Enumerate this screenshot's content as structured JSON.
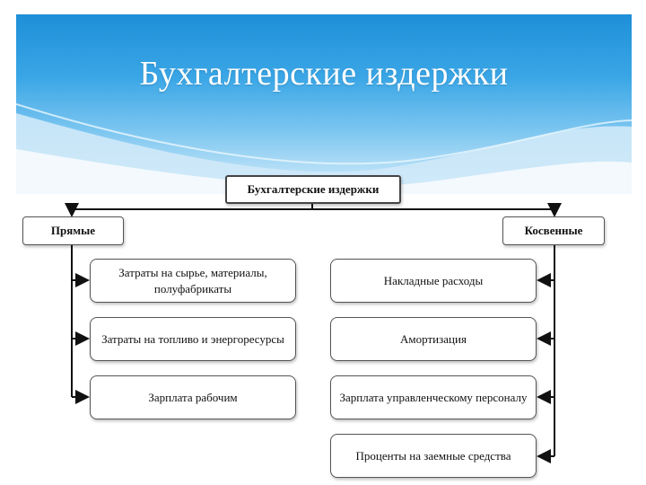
{
  "slide": {
    "title": "Бухгалтерские издержки"
  },
  "diagram": {
    "root": "Бухгалтерские издержки",
    "left_head": "Прямые",
    "right_head": "Косвенные",
    "left_items": [
      "Затраты на сырье, материалы, полуфабрикаты",
      "Затраты на топливо и энергоресурсы",
      "Зарплата рабочим"
    ],
    "right_items": [
      "Накладные расходы",
      "Амортизация",
      "Зарплата управленческому персоналу",
      "Проценты на заемные средства"
    ]
  }
}
